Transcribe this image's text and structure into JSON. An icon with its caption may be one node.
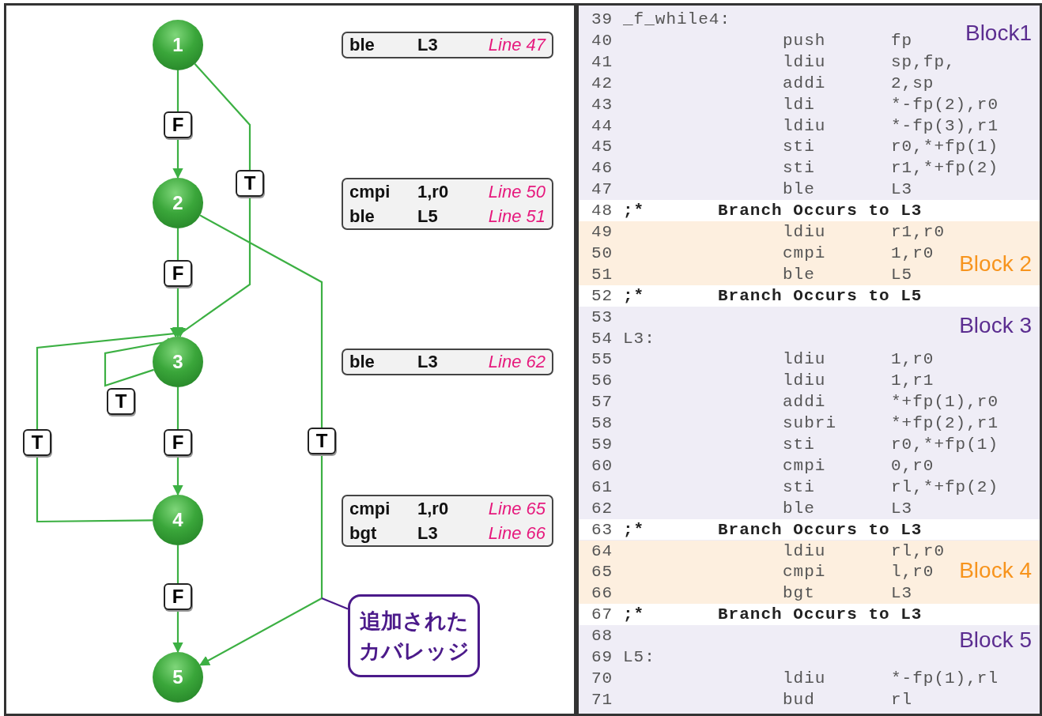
{
  "diagram": {
    "nodes": [
      {
        "text": [
          "1"
        ]
      },
      {
        "text": [
          "2"
        ]
      },
      {
        "text": [
          "3"
        ]
      },
      {
        "text": [
          "4"
        ]
      },
      {
        "text": [
          "5"
        ]
      },
      {
        "text": [
          "ble",
          "L3",
          "Line 47"
        ]
      },
      {
        "text": [
          "cmpi",
          "1,r0",
          "Line 50",
          "ble",
          "L5",
          "Line 51"
        ]
      },
      {
        "text": [
          "ble",
          "L3",
          "Line 62"
        ]
      },
      {
        "text": [
          "cmpi",
          "1,r0",
          "Line 65",
          "bgt",
          "L3",
          "Line 66"
        ]
      },
      {
        "text": [
          "追加されたカバレッジ"
        ]
      },
      {
        "text": [
          "Block1"
        ]
      },
      {
        "text": [
          "Block 2"
        ]
      },
      {
        "text": [
          "Block 3"
        ]
      },
      {
        "text": [
          "Block 4"
        ]
      },
      {
        "text": [
          "Block 5"
        ]
      }
    ],
    "edges": [
      {
        "from": 0,
        "to": 1,
        "arrow": "to",
        "label": "F"
      },
      {
        "from": 0,
        "to": 2,
        "arrow": "to",
        "label": "T"
      },
      {
        "from": 1,
        "to": 2,
        "arrow": "to",
        "label": "F"
      },
      {
        "from": 1,
        "to": 4,
        "arrow": "to",
        "label": "T"
      },
      {
        "from": 2,
        "to": 2,
        "arrow": "to",
        "label": "T"
      },
      {
        "from": 2,
        "to": 3,
        "arrow": "to",
        "label": "F"
      },
      {
        "from": 3,
        "to": 2,
        "arrow": "to",
        "label": "T"
      },
      {
        "from": 3,
        "to": 4,
        "arrow": "to",
        "label": "F"
      },
      {
        "from": 9,
        "to": null,
        "arrow": "none",
        "color": "#4b1a8a"
      }
    ],
    "labels": [
      "39",
      "_f_while4:",
      "40",
      "push",
      "fp",
      "41",
      "ldiu",
      "sp,fp,",
      "42",
      "addi",
      "2,sp",
      "43",
      "ldi",
      "*-fp(2),r0",
      "44",
      "ldiu",
      "*-fp(3),r1",
      "45",
      "sti",
      "r0,*+fp(1)",
      "46",
      "sti",
      "r1,*+fp(2)",
      "47",
      "ble",
      "L3",
      "48",
      ";*",
      "Branch Occurs to L3",
      "49",
      "ldiu",
      "r1,r0",
      "50",
      "cmpi",
      "1,r0",
      "51",
      "ble",
      "L5",
      "52",
      ";*",
      "Branch Occurs to L5",
      "53",
      "54",
      "L3:",
      "55",
      "ldiu",
      "1,r0",
      "56",
      "ldiu",
      "1,r1",
      "57",
      "addi",
      "*+fp(1),r0",
      "58",
      "subri",
      "*+fp(2),r1",
      "59",
      "sti",
      "r0,*+fp(1)",
      "60",
      "cmpi",
      "0,r0",
      "61",
      "sti",
      "rl,*+fp(2)",
      "62",
      "ble",
      "L3",
      "63",
      ";*",
      "Branch Occurs to L3",
      "64",
      "ldiu",
      "rl,r0",
      "65",
      "cmpi",
      "l,r0",
      "66",
      "bgt",
      "L3",
      "67",
      ";*",
      "Branch Occurs to L3",
      "68",
      "69",
      "L5:",
      "70",
      "ldiu",
      "*-fp(1),rl",
      "71",
      "bud",
      "rl"
    ]
  }
}
